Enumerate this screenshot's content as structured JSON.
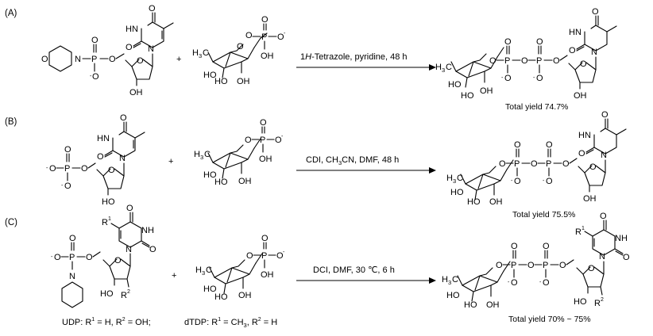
{
  "panels": {
    "a": {
      "label": "(A)",
      "plus": "+",
      "conditions": {
        "prefix": "1",
        "italic": "H",
        "rest": "-Tetrazole, pyridine, 48 h"
      },
      "yield": "Total yield 74.7%"
    },
    "b": {
      "label": "(B)",
      "plus": "+",
      "conditions": {
        "p1": "CDI, CH",
        "s1": "3",
        "p2": "CN, DMF, 48 h"
      },
      "yield": "Total yield 75.5%"
    },
    "c": {
      "label": "(C)",
      "plus": "+",
      "conditions": "DCI, DMF, 30 ℃, 6 h",
      "yield": "Total yield 70% ~ 75%",
      "legend_udp": {
        "a": "UDP: R",
        "b": " = H, R",
        "c": " = OH;"
      },
      "legend_dtdp": {
        "a": "dTDP: R",
        "b": " = CH",
        "c": ", R",
        "d": " = H"
      }
    }
  },
  "atoms": {
    "O": "O",
    "N": "N",
    "P": "P",
    "HN": "HN",
    "NH": "NH",
    "OH": "OH",
    "HO": "HO",
    "H3C": "H",
    "C": "C",
    "three": "3",
    "one": "1",
    "two": "2",
    "R": "R",
    "Ominus": "O",
    "minus": "-",
    "R1": "R",
    "R2": "R"
  }
}
